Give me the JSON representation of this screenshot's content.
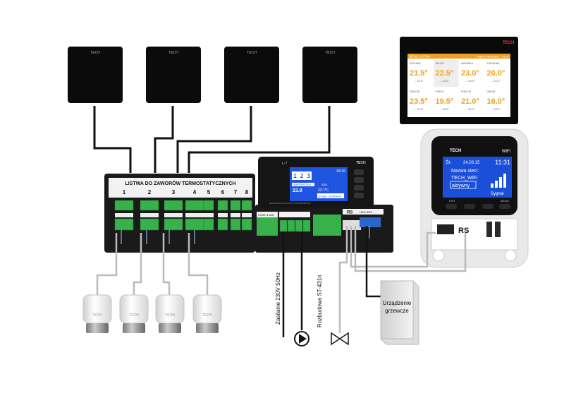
{
  "brand": "TECH",
  "strip": {
    "title": "LISTWA DO ZAWORÓW TERMOSTATYCZNYCH",
    "zones": [
      "1",
      "2",
      "3",
      "4",
      "5",
      "6",
      "7",
      "8"
    ],
    "fuse": "FUSE 3.15A",
    "rs": "RS",
    "device_out": "URZ.GRZ."
  },
  "controller": {
    "model": "L-7",
    "time": "09:26",
    "temp_label": "TEMPERATURA",
    "temp_value": "23.8",
    "set_label": "ZAD.",
    "set_value": "22.7°C",
    "status": "podgrz.ZA NISKA",
    "model_desc": "BEZPRZEWODOWY REGULATOR TEMPERATURY"
  },
  "panel": {
    "menu": "MENU",
    "title": "LISTWA",
    "date": "Piątek 24/03/2017 - 11:37",
    "tiles": [
      {
        "name": "KUCHNIA",
        "temp": "21.5°",
        "set": "22.5°",
        "color": "#f0a020"
      },
      {
        "name": "SALON",
        "temp": "22.5°",
        "set": "23.0°",
        "color": "#f0a020"
      },
      {
        "name": "ŁAZIENKA",
        "temp": "23.0°",
        "set": "23.0°",
        "color": "#f0a020"
      },
      {
        "name": "SYPIALNIA",
        "temp": "20.0°",
        "set": "21.0°",
        "color": "#f0a020"
      },
      {
        "name": "GRACZE",
        "temp": "23.5°",
        "set": "23.5°",
        "color": "#f0a020"
      },
      {
        "name": "POKÓJ",
        "temp": "19.5°",
        "set": "20.0°",
        "color": "#f0a020"
      },
      {
        "name": "POKOJE",
        "temp": "21.0°",
        "set": "21.0°",
        "color": "#f0a020"
      },
      {
        "name": "GARAŻ",
        "temp": "16.0°",
        "set": "15.5°",
        "color": "#f0a020"
      }
    ]
  },
  "wifi": {
    "label": "WiFi",
    "day": "Śr.",
    "date": "24.03.15",
    "time": "11:31",
    "net_label": "Nazwa sieci:",
    "net_name": "TECH_WiFi",
    "status": "aktywny",
    "signal": "Sygnał",
    "btn_exit": "EXIT",
    "btn_menu": "MENU",
    "rs": "RS"
  },
  "labels": {
    "power": "Zasilanie 230V 50Hz",
    "expansion": "Rozbudowa ST-431n",
    "device_line1": "Urządzenie",
    "device_line2": "grzewcze"
  },
  "colors": {
    "terminal_green": "#37b24a",
    "screen_blue": "#1c4fd9",
    "accent_orange": "#f0a020",
    "wire_blue": "#7fb7e3"
  }
}
